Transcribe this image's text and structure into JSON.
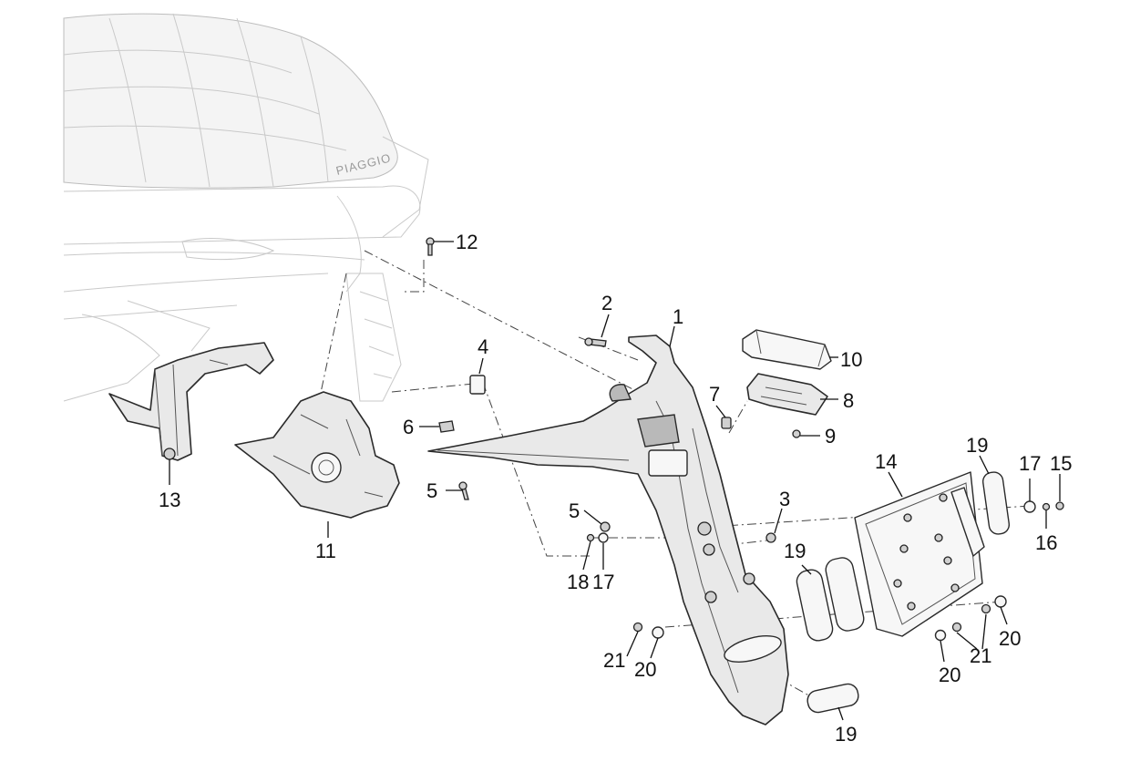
{
  "logo_text": "PIAGGIO",
  "callouts": {
    "c1": "1",
    "c2": "2",
    "c3": "3",
    "c4": "4",
    "c5a": "5",
    "c5b": "5",
    "c6": "6",
    "c7": "7",
    "c8": "8",
    "c9": "9",
    "c10": "10",
    "c11": "11",
    "c12": "12",
    "c13": "13",
    "c14": "14",
    "c15": "15",
    "c16": "16",
    "c17a": "17",
    "c17b": "17",
    "c18": "18",
    "c19a": "19",
    "c19b": "19",
    "c19c": "19",
    "c20a": "20",
    "c20b": "20",
    "c20c": "20",
    "c21a": "21",
    "c21b": "21"
  }
}
